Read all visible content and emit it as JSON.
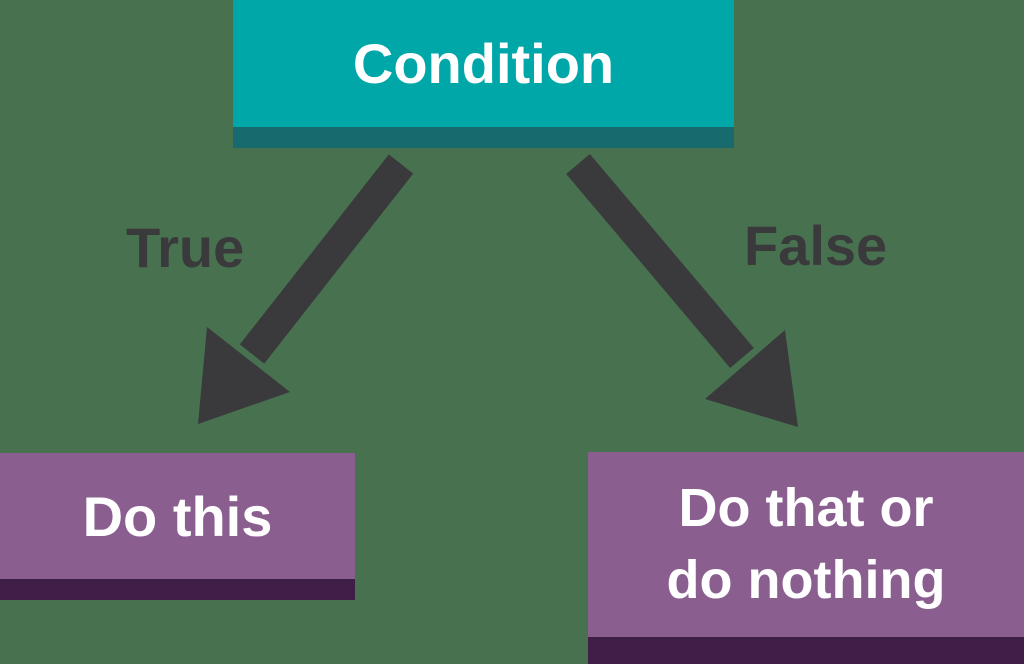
{
  "diagram": {
    "condition_label": "Condition",
    "true_label": "True",
    "false_label": "False",
    "do_this_label": "Do this",
    "do_that_line1": "Do that or",
    "do_that_line2": "do nothing"
  },
  "colors": {
    "background": "#487150",
    "condition_fill": "#00a7a9",
    "condition_shadow": "#176a6d",
    "action_fill": "#8a5f90",
    "action_shadow": "#3f1e47",
    "arrow": "#3a3a3c",
    "text_light": "#ffffff"
  }
}
